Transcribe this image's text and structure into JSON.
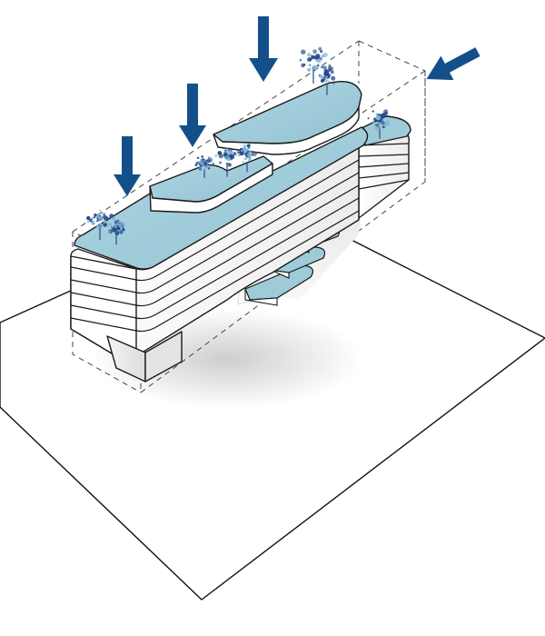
{
  "diagram": {
    "type": "axonometric-massing",
    "colors": {
      "roof": "#9fcbd9",
      "roof_light": "#acd4e1",
      "arrow": "#13508a",
      "tree_dark": "#27498a",
      "tree_light": "#7fb8d8",
      "line": "#1a1a1a",
      "facade": "#ffffff",
      "shadow": "#cfcfcf"
    },
    "arrows": [
      {
        "direction": "down",
        "icon": "arrow-down-icon"
      },
      {
        "direction": "down",
        "icon": "arrow-down-icon"
      },
      {
        "direction": "down",
        "icon": "arrow-down-icon"
      },
      {
        "direction": "down-left",
        "icon": "arrow-diagonal-icon"
      }
    ],
    "floor_bands": 6,
    "terrace_steps": 5,
    "trees": 8
  }
}
